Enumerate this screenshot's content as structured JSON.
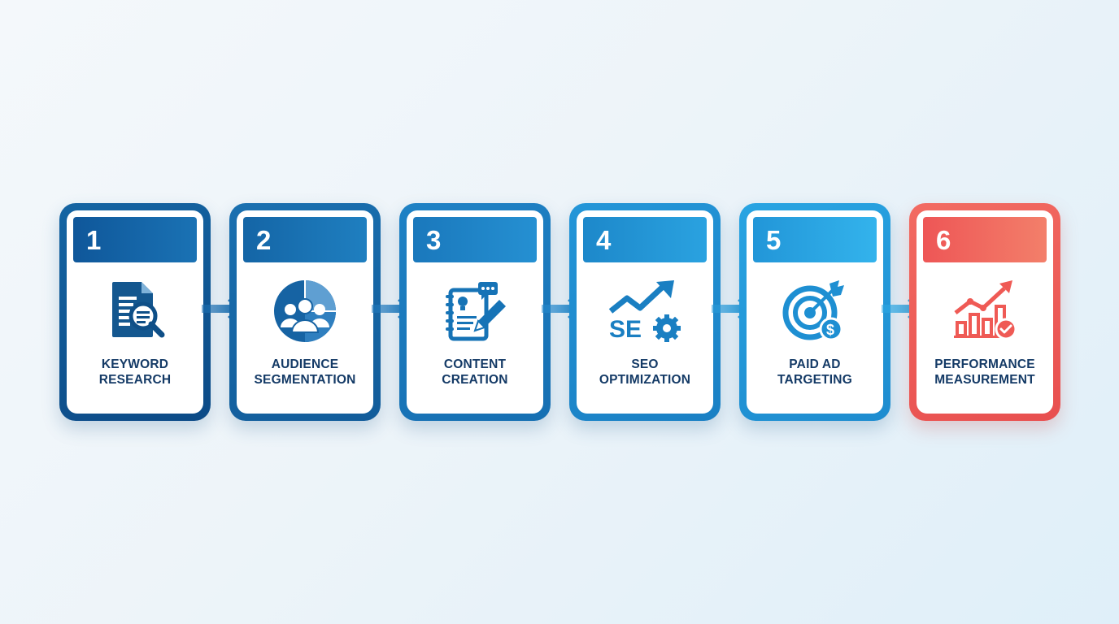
{
  "steps": [
    {
      "number": "1",
      "icon": "document-search-icon",
      "label_line1": "KEYWORD",
      "label_line2": "RESEARCH",
      "frame_color": "#0f5594",
      "header_color": "#1466a6"
    },
    {
      "number": "2",
      "icon": "audience-group-icon",
      "label_line1": "AUDIENCE",
      "label_line2": "SEGMENTATION",
      "frame_color": "#1468a8",
      "header_color": "#1a74b6"
    },
    {
      "number": "3",
      "icon": "content-notebook-icon",
      "label_line1": "CONTENT",
      "label_line2": "CREATION",
      "frame_color": "#1a7bbf",
      "header_color": "#1e86c8"
    },
    {
      "number": "4",
      "icon": "seo-growth-icon",
      "label_line1": "SEO",
      "label_line2": "OPTIMIZATION",
      "frame_color": "#1d8ccd",
      "header_color": "#2196d6"
    },
    {
      "number": "5",
      "icon": "target-dollar-icon",
      "label_line1": "PAID AD",
      "label_line2": "TARGETING",
      "frame_color": "#2199d8",
      "header_color": "#27a3e0"
    },
    {
      "number": "6",
      "icon": "performance-chart-icon",
      "label_line1": "PERFORMANCE",
      "label_line2": "MEASUREMENT",
      "frame_color": "#f06060",
      "header_color": "#f26a62"
    }
  ],
  "colors": {
    "arrow": "#2a8fd0",
    "text": "#143a66",
    "accent_red": "#f25c54"
  }
}
